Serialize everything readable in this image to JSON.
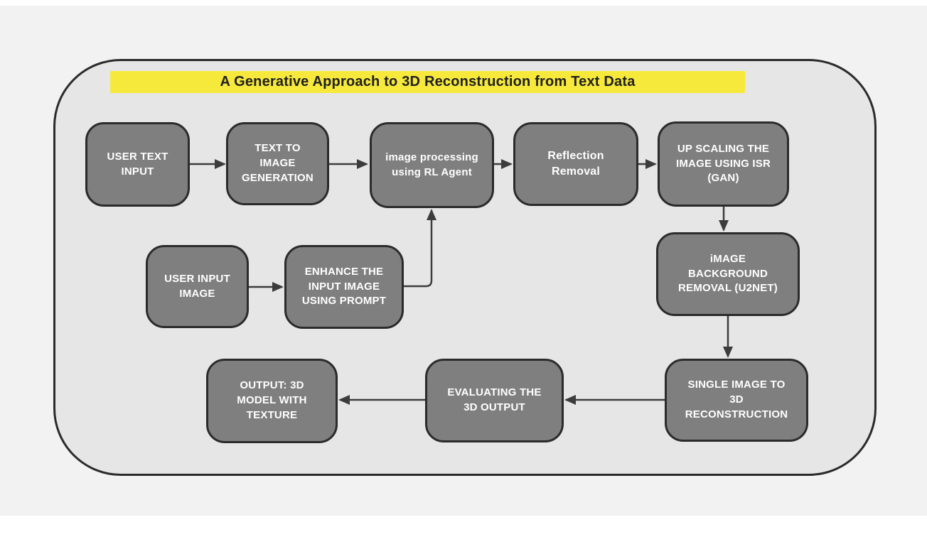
{
  "diagram": {
    "title": "A Generative Approach to 3D Reconstruction from Text Data",
    "colors": {
      "title_highlight": "#f6e93c",
      "title_text": "#202020",
      "node_fill": "#7f7f7f",
      "node_border": "#2b2b2b",
      "node_text": "#ffffff",
      "container_fill": "#e6e6e6",
      "container_border": "#2b2b2b",
      "page_background": "#f2f2f2",
      "arrow": "#3c3c3c"
    },
    "nodes": [
      {
        "id": "user-text-input",
        "label": "USER TEXT INPUT"
      },
      {
        "id": "text-to-image-generation",
        "label": "TEXT TO IMAGE GENERATION"
      },
      {
        "id": "image-processing-rl-agent",
        "label": "image processing using RL Agent"
      },
      {
        "id": "reflection-removal",
        "label": "Reflection Removal"
      },
      {
        "id": "upscaling-isr-gan",
        "label": "UP SCALING THE IMAGE USING ISR (GAN)"
      },
      {
        "id": "user-input-image",
        "label": "USER INPUT IMAGE"
      },
      {
        "id": "enhance-input-image",
        "label": "ENHANCE THE INPUT IMAGE USING PROMPT"
      },
      {
        "id": "image-background-removal",
        "label": "iMAGE BACKGROUND REMOVAL (U2NET)"
      },
      {
        "id": "single-image-to-3d",
        "label": "SINGLE IMAGE TO 3D RECONSTRUCTION"
      },
      {
        "id": "output-3d-model",
        "label": "OUTPUT: 3D MODEL WITH TEXTURE"
      },
      {
        "id": "evaluating-3d-output",
        "label": "EVALUATING THE 3D OUTPUT"
      }
    ],
    "edges": [
      {
        "from": "user-text-input",
        "to": "text-to-image-generation"
      },
      {
        "from": "text-to-image-generation",
        "to": "image-processing-rl-agent"
      },
      {
        "from": "image-processing-rl-agent",
        "to": "reflection-removal"
      },
      {
        "from": "reflection-removal",
        "to": "upscaling-isr-gan"
      },
      {
        "from": "user-input-image",
        "to": "enhance-input-image"
      },
      {
        "from": "enhance-input-image",
        "to": "image-processing-rl-agent"
      },
      {
        "from": "upscaling-isr-gan",
        "to": "image-background-removal"
      },
      {
        "from": "image-background-removal",
        "to": "single-image-to-3d"
      },
      {
        "from": "single-image-to-3d",
        "to": "evaluating-3d-output"
      },
      {
        "from": "evaluating-3d-output",
        "to": "output-3d-model"
      }
    ]
  }
}
